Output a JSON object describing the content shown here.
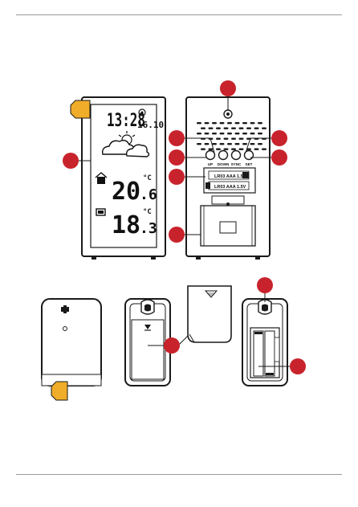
{
  "display": {
    "time": "13:28",
    "date": "16.10",
    "indoor_temp_main": "20",
    "indoor_temp_dec": ".6",
    "outdoor_temp_main": "18",
    "outdoor_temp_dec": ".3",
    "temp_unit": "°C"
  },
  "buttons": [
    {
      "label": "UP"
    },
    {
      "label": "DOWN"
    },
    {
      "label": "SYNC"
    },
    {
      "label": "SET"
    }
  ],
  "battery_labels": [
    "LR03 AAA 1.5V",
    "LR03 AAA 1.5V"
  ],
  "colors": {
    "callout_red": "#c8232c",
    "callout_orange": "#f0ad2a",
    "line": "#1a1a1a"
  }
}
